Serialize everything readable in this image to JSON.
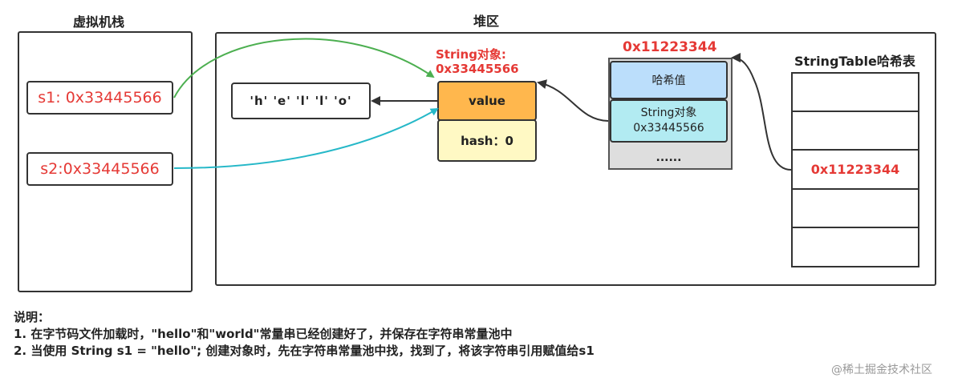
{
  "stack": {
    "title": "虚拟机栈",
    "vars": [
      "s1: 0x33445566",
      "s2:0x33445566"
    ]
  },
  "heap": {
    "title": "堆区",
    "chars": "'h'  'e'  'l'  'l'  'o'",
    "string_object": {
      "label_line1": "String对象:",
      "label_line2": "0x33445566",
      "value_field": "value",
      "hash_field": "hash：0"
    },
    "entry": {
      "address": "0x11223344",
      "hash_value": "哈希值",
      "string_obj_line1": "String对象",
      "string_obj_line2": "0x33445566",
      "more": "......"
    }
  },
  "string_table": {
    "title": "StringTable哈希表",
    "cell_value": "0x11223344"
  },
  "notes": {
    "heading": "说明：",
    "line1": "1. 在字节码文件加载时，\"hello\"和\"world\"常量串已经创建好了，并保存在字符串常量池中",
    "line2": "2. 当使用 String s1 = \"hello\"; 创建对象时，先在字符串常量池中找，找到了，将该字符串引用赋值给s1"
  },
  "watermark": "@稀土掘金技术社区",
  "colors": {
    "arrow_s1": "#4caf50",
    "arrow_s2": "#26b8c8",
    "address_red": "#e53935",
    "value_box": "#ffb74d",
    "hash_box": "#fff9c4",
    "hash_value_box": "#bbdefb",
    "string_obj_box": "#b2ebf2"
  }
}
